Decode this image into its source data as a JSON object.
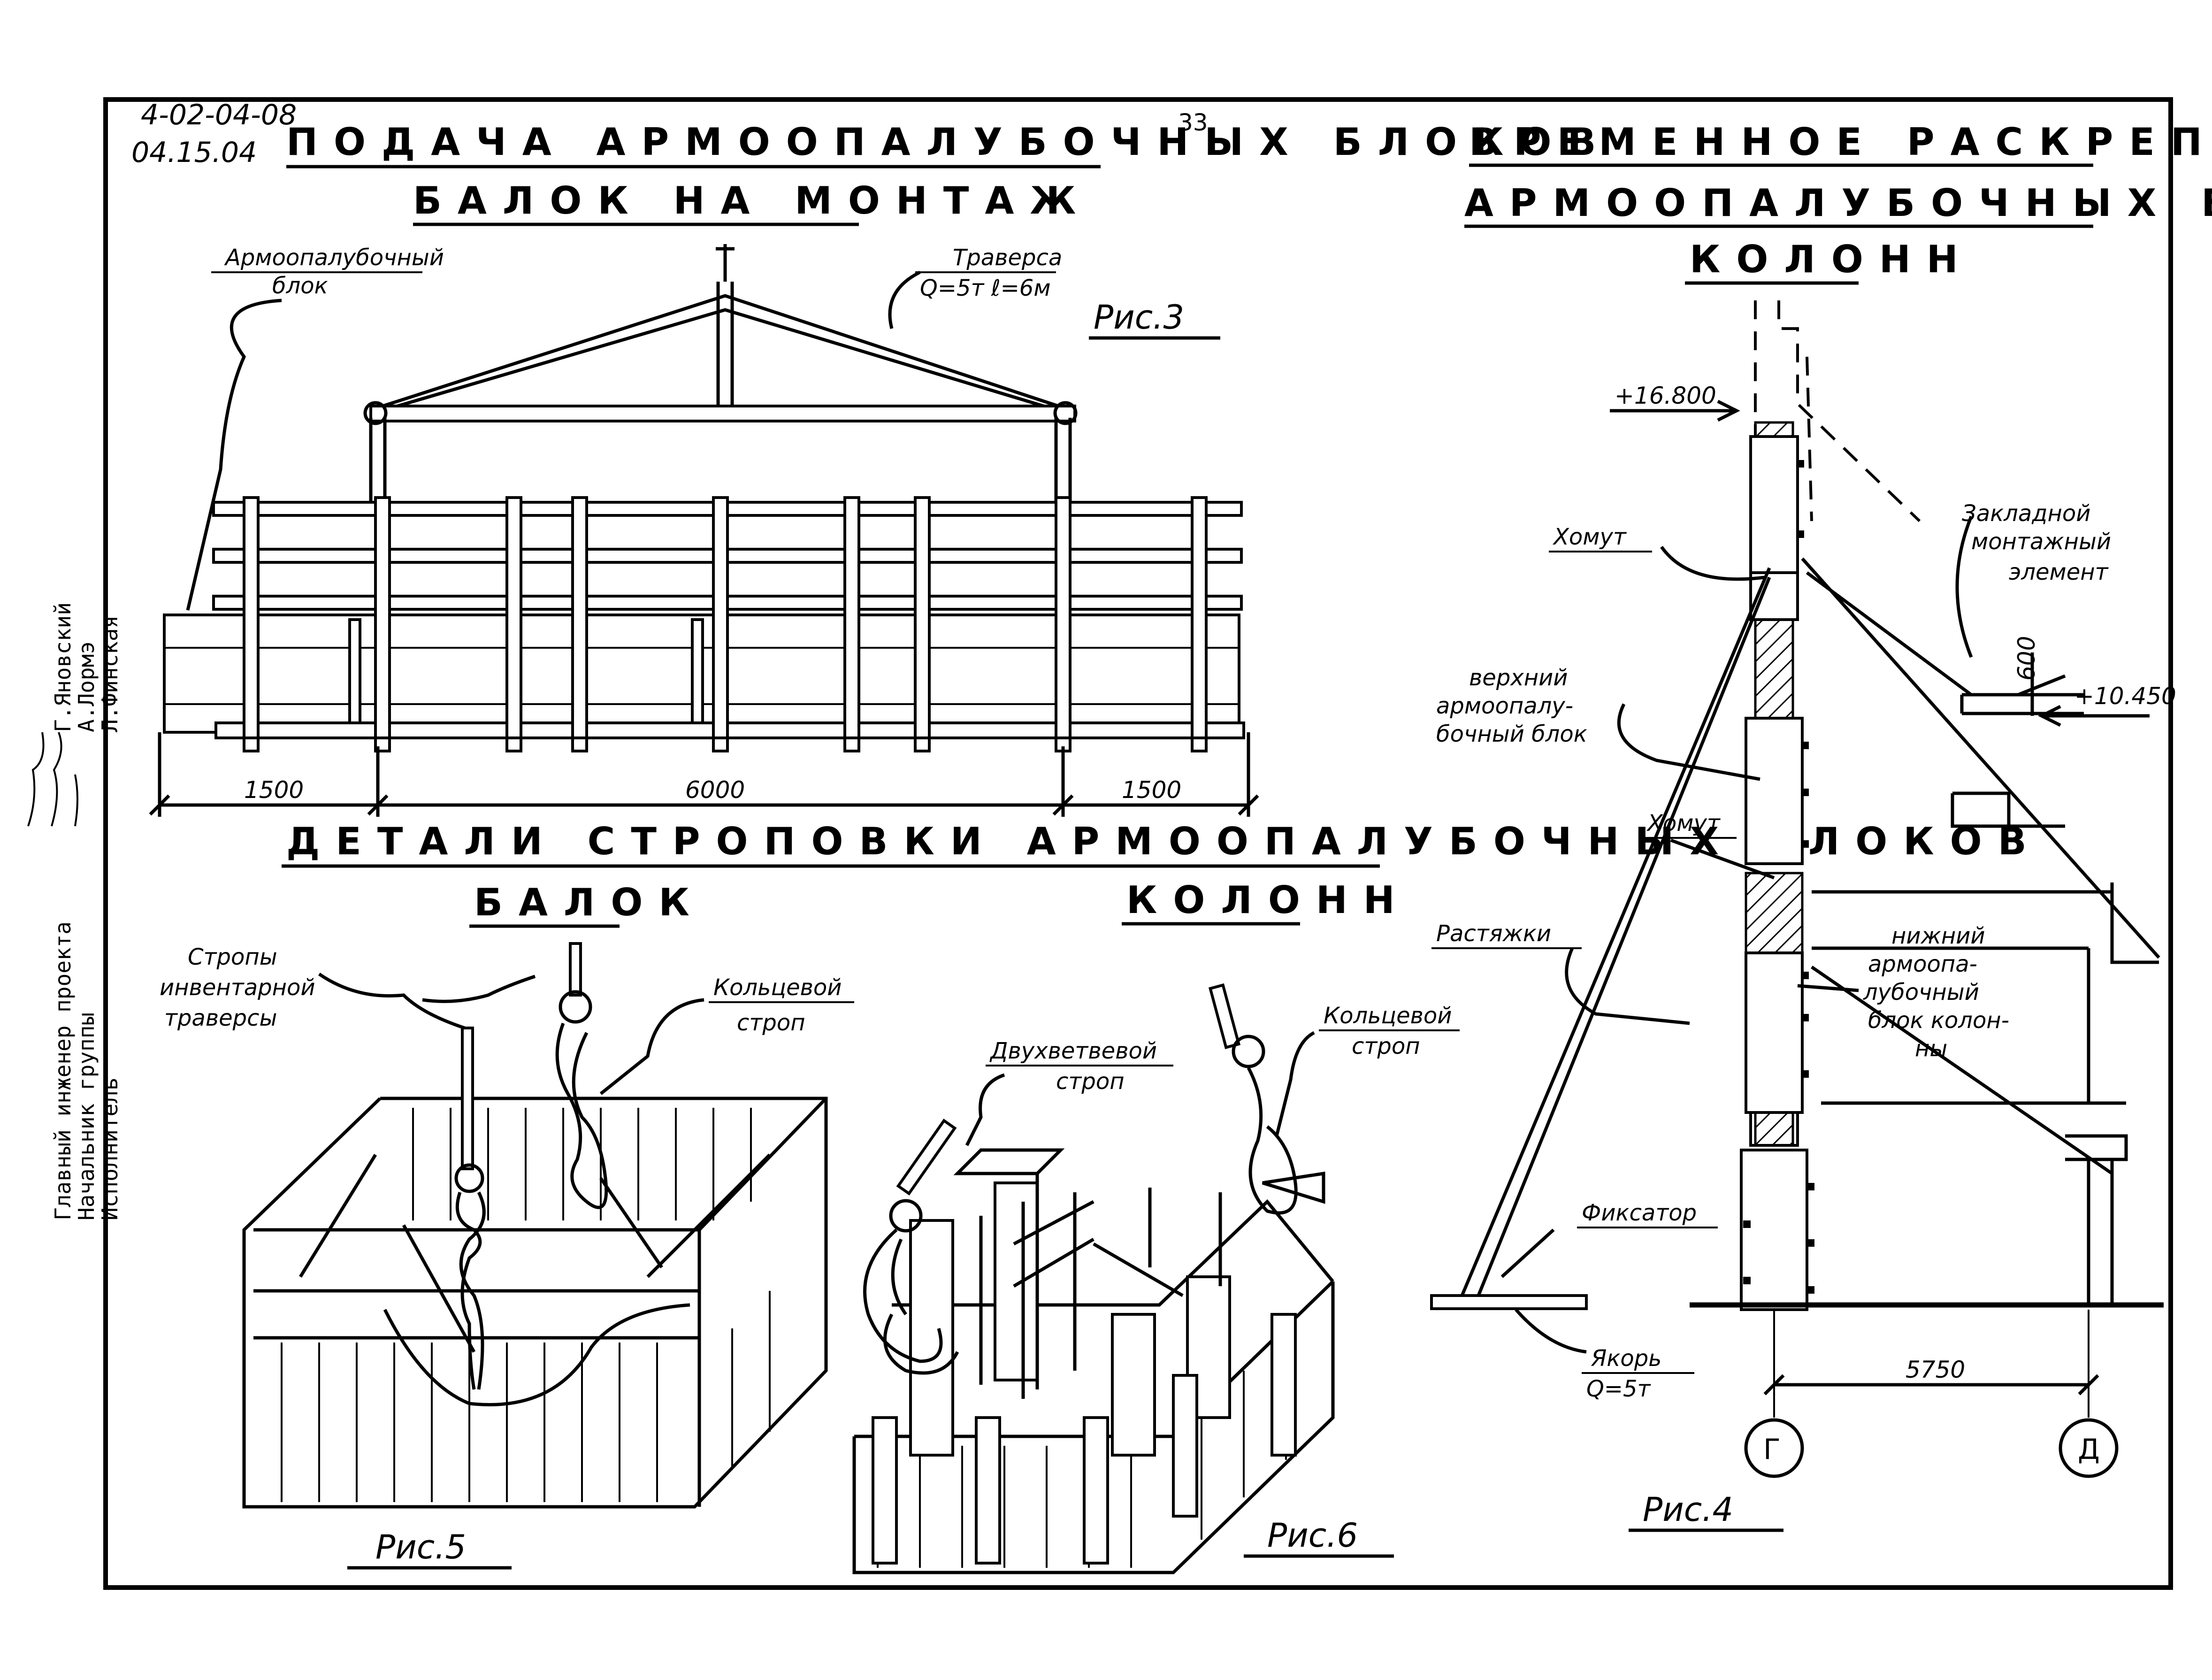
{
  "page_number": "33",
  "doc_codes": {
    "line1": "4-02-04-08",
    "line2": "04.15.04"
  },
  "titles": {
    "beams_feed_1": "ПОДАЧА АРМООПАЛУБОЧНЫХ БЛОКОВ",
    "beams_feed_2": "БАЛОК НА МОНТАЖ",
    "temp_fix_1": "ВРЕМЕННОЕ РАСКРЕПЛЕНИЕ",
    "temp_fix_2": "АРМООПАЛУБОЧНЫХ БЛОКОВ",
    "temp_fix_3": "КОЛОНН",
    "slinging_details": "ДЕТАЛИ СТРОПОВКИ АРМООПАЛУБОЧНЫХ БЛОКОВ",
    "sub_beams": "БАЛОК",
    "sub_columns": "КОЛОНН"
  },
  "figures": {
    "fig3": "Рис.3",
    "fig4": "Рис.4",
    "fig5": "Рис.5",
    "fig6": "Рис.6"
  },
  "fig3": {
    "block_label_1": "Армоопалубочный",
    "block_label_2": "блок",
    "traverse_1": "Траверса",
    "traverse_2": "Q=5т  ℓ=6м",
    "dim_left": "1500",
    "dim_mid": "6000",
    "dim_right": "1500"
  },
  "fig4": {
    "elev_top": "+16.800",
    "elev_mid": "+10.450",
    "dim_600": "600",
    "collar_1": "Хомут",
    "collar_2": "Хомут",
    "embed_1": "Закладной",
    "embed_2": "монтажный",
    "embed_3": "элемент",
    "upper_1": "верхний",
    "upper_2": "армоопалу-",
    "upper_3": "бочный блок",
    "braces": "Растяжки",
    "lower_1": "нижний",
    "lower_2": "армоопа-",
    "lower_3": "лубочный",
    "lower_4": "блок колон-",
    "lower_5": "ны",
    "fixer": "Фиксатор",
    "anchor_1": "Якорь",
    "anchor_2": "Q=5т",
    "dim_5750": "5750",
    "axis_g": "Г",
    "axis_d": "Д"
  },
  "fig5": {
    "slings_1": "Стропы",
    "slings_2": "инвентарной",
    "slings_3": "траверсы",
    "ring_1": "Кольцевой",
    "ring_2": "строп"
  },
  "fig6": {
    "double_1": "Двухветвевой",
    "double_2": "строп",
    "ring_1": "Кольцевой",
    "ring_2": "строп"
  },
  "signatures": {
    "role_1": "Главный инженер проекта",
    "role_2": "Начальник группы",
    "role_3": "Исполнитель",
    "name_1": "Г.Яновский",
    "name_2": "А.Лормэ",
    "name_3": "Л.Финская"
  }
}
